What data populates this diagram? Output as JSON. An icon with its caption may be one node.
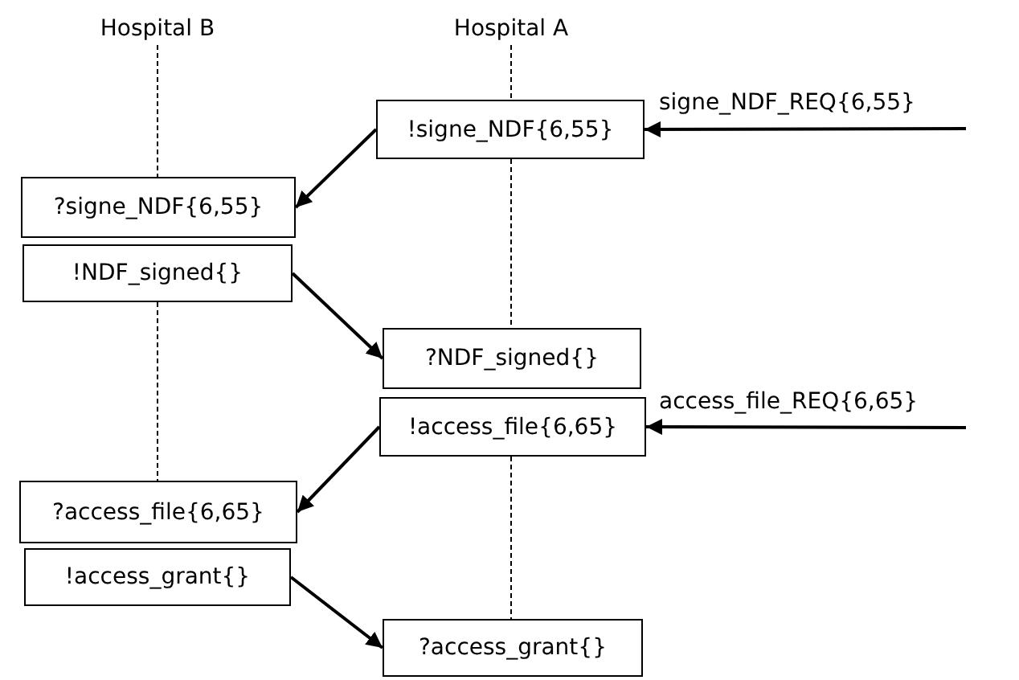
{
  "diagram": {
    "nodes": [
      {
        "text": [
          "Hospital B"
        ]
      },
      {
        "text": [
          "Hospital A"
        ]
      },
      {
        "text": [
          "!signe_NDF{6,55}"
        ]
      },
      {
        "text": [
          "?signe_NDF{6,55}"
        ]
      },
      {
        "text": [
          "!NDF_signed{}"
        ]
      },
      {
        "text": [
          "?NDF_signed{}"
        ]
      },
      {
        "text": [
          "!access_file{6,65}"
        ]
      },
      {
        "text": [
          "?access_file{6,65}"
        ]
      },
      {
        "text": [
          "!access_grant{}"
        ]
      },
      {
        "text": [
          "?access_grant{}"
        ]
      }
    ],
    "edges": [
      {
        "from": null,
        "to": 2,
        "arrow": "to",
        "label": "signe_NDF_REQ{6,55}"
      },
      {
        "from": 2,
        "to": 3,
        "arrow": "to"
      },
      {
        "from": 4,
        "to": 5,
        "arrow": "to"
      },
      {
        "from": null,
        "to": 6,
        "arrow": "to",
        "label": "access_file_REQ{6,65}"
      },
      {
        "from": 6,
        "to": 7,
        "arrow": "to"
      },
      {
        "from": 8,
        "to": 9,
        "arrow": "to"
      },
      {
        "from": 0,
        "to": 3,
        "arrow": "none",
        "style": "dashed"
      },
      {
        "from": 4,
        "to": 7,
        "arrow": "none",
        "style": "dashed"
      },
      {
        "from": 1,
        "to": 2,
        "arrow": "none",
        "style": "dashed"
      },
      {
        "from": 2,
        "to": 5,
        "arrow": "none",
        "style": "dashed"
      },
      {
        "from": 6,
        "to": 9,
        "arrow": "none",
        "style": "dashed"
      }
    ]
  }
}
